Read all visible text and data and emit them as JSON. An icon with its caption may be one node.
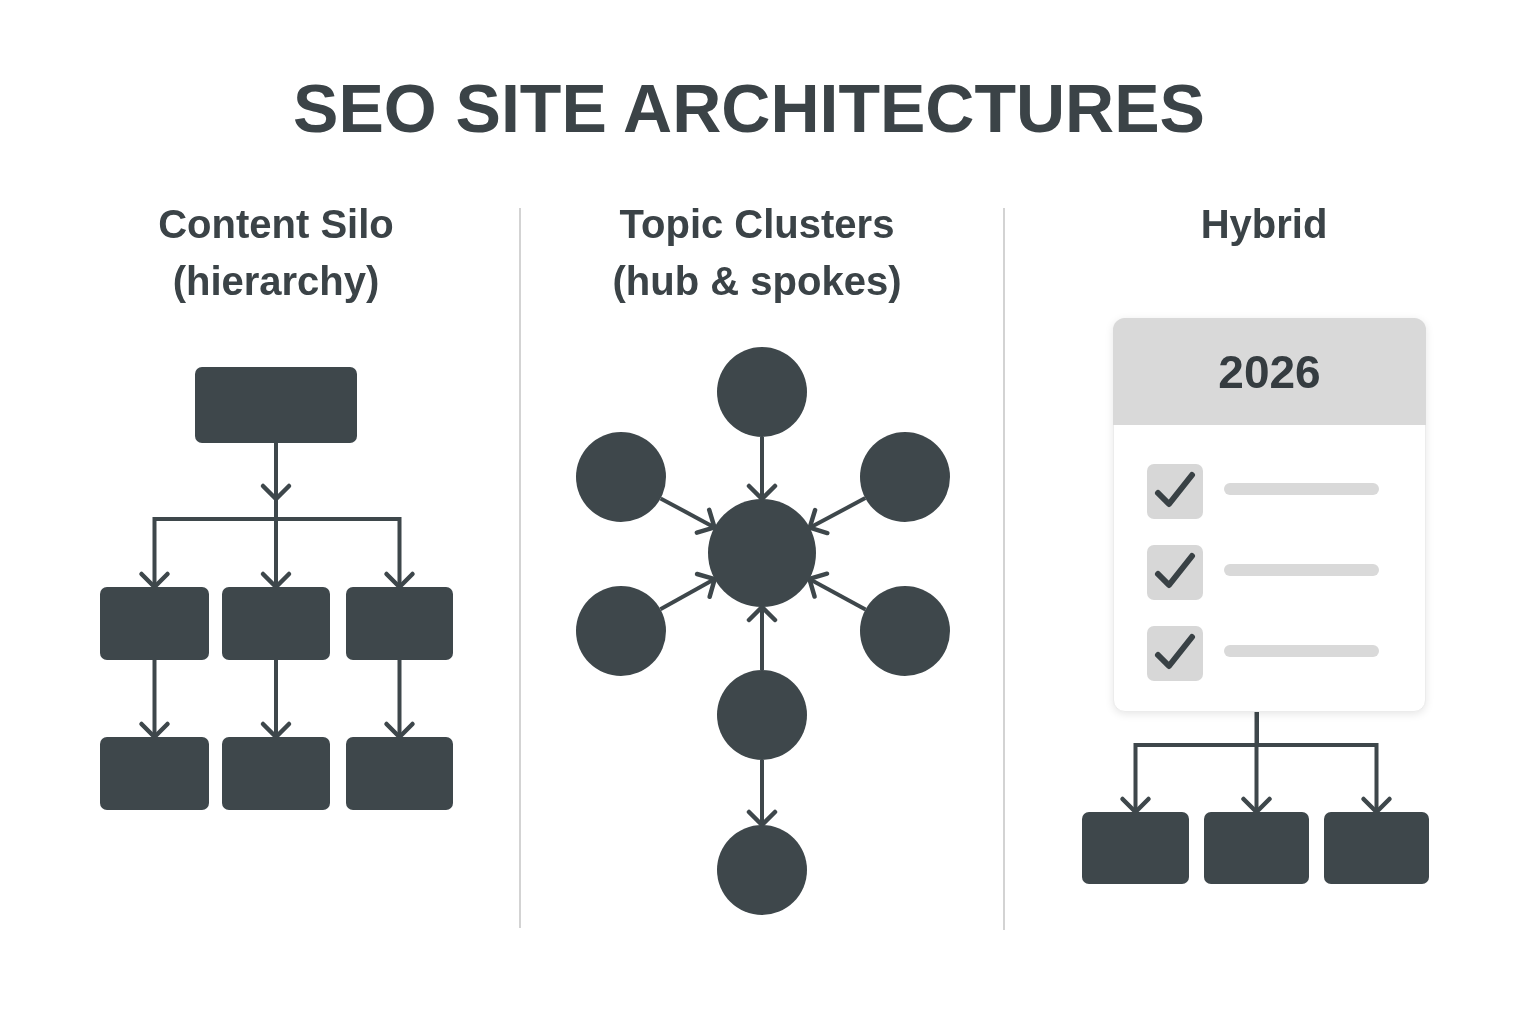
{
  "diagram": {
    "title": "SEO SITE ARCHITECTURES",
    "nodes": [
      {
        "text": [],
        "shape": "box"
      },
      {
        "text": [],
        "shape": "box"
      },
      {
        "text": [],
        "shape": "box"
      },
      {
        "text": [],
        "shape": "box"
      },
      {
        "text": [],
        "shape": "box"
      },
      {
        "text": [],
        "shape": "box"
      },
      {
        "text": [],
        "shape": "box"
      },
      {
        "text": [],
        "shape": "circle"
      },
      {
        "text": [],
        "shape": "circle"
      },
      {
        "text": [],
        "shape": "circle"
      },
      {
        "text": [],
        "shape": "circle"
      },
      {
        "text": [],
        "shape": "circle"
      },
      {
        "text": [],
        "shape": "circle"
      },
      {
        "text": [],
        "shape": "circle"
      },
      {
        "text": [],
        "shape": "circle"
      },
      {
        "text": [
          "2026"
        ]
      },
      {
        "text": [],
        "shape": "box"
      },
      {
        "text": [],
        "shape": "box"
      },
      {
        "text": [],
        "shape": "box"
      }
    ],
    "edges": [
      {
        "from": 0,
        "to": 1,
        "arrow": "to"
      },
      {
        "from": 0,
        "to": 2,
        "arrow": "to"
      },
      {
        "from": 0,
        "to": 3,
        "arrow": "to"
      },
      {
        "from": 1,
        "to": 4,
        "arrow": "to"
      },
      {
        "from": 2,
        "to": 5,
        "arrow": "to"
      },
      {
        "from": 3,
        "to": 6,
        "arrow": "to"
      },
      {
        "from": 7,
        "to": 10,
        "arrow": "to"
      },
      {
        "from": 8,
        "to": 10,
        "arrow": "to"
      },
      {
        "from": 9,
        "to": 10,
        "arrow": "to"
      },
      {
        "from": 11,
        "to": 10,
        "arrow": "to"
      },
      {
        "from": 12,
        "to": 10,
        "arrow": "to"
      },
      {
        "from": 13,
        "to": 10,
        "arrow": "to"
      },
      {
        "from": 13,
        "to": 14,
        "arrow": "to"
      },
      {
        "from": 15,
        "to": 16,
        "arrow": "to"
      },
      {
        "from": 15,
        "to": 17,
        "arrow": "to"
      },
      {
        "from": 15,
        "to": 18,
        "arrow": "to"
      }
    ],
    "labels": [
      "Content Silo (hierarchy)",
      "Topic Clusters (hub & spokes)",
      "Hybrid"
    ]
  }
}
